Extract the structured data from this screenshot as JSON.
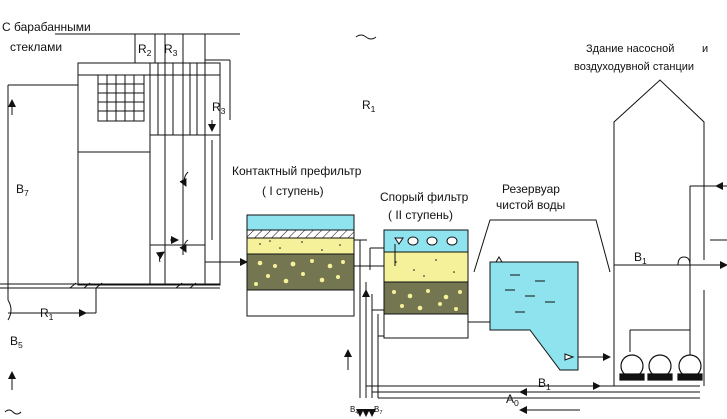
{
  "labels": {
    "drum_screens_line1": "С барабанными",
    "drum_screens_line2": "стеклами",
    "contact_prefilter_line1": "Контактный префильтр",
    "contact_prefilter_line2": "( I ступень)",
    "rapid_filter_line1": "Спорый фильтр",
    "rapid_filter_line2": "( II ступень)",
    "clear_water_reservoir_line1": "Резервуар",
    "clear_water_reservoir_line2": "чистой воды",
    "pump_station_line1": "Здание насосной",
    "pump_station_line2": "и",
    "pump_station_line3": "воздуходувной станции"
  },
  "pipe_labels": {
    "r1_top": {
      "main": "R",
      "sub": "1"
    },
    "r1_left": {
      "main": "R",
      "sub": "1"
    },
    "r2": {
      "main": "R",
      "sub": "2"
    },
    "r3_top": {
      "main": "R",
      "sub": "3"
    },
    "r3_mid": {
      "main": "R",
      "sub": "3"
    },
    "b7_left": {
      "main": "B",
      "sub": "7"
    },
    "b5": {
      "main": "B",
      "sub": "5"
    },
    "b1_right": {
      "main": "B",
      "sub": "1"
    },
    "b1_bottom": {
      "main": "B",
      "sub": "1"
    },
    "a0": {
      "main": "A",
      "sub": "0"
    },
    "b4_bottom": {
      "main": "B",
      "sub": "4"
    },
    "b7_bottom": {
      "main": "B",
      "sub": "7"
    }
  },
  "colors": {
    "line": "#111111",
    "water": "#8fe3ee",
    "sand": "#f4f19a",
    "gravel": "#747651",
    "background": "#ffffff"
  }
}
